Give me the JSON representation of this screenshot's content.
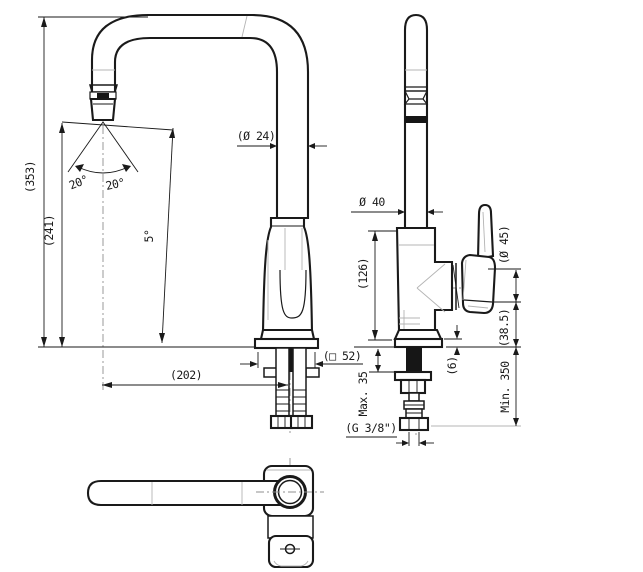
{
  "drawing": {
    "subject": "single-lever kitchen sink mixer faucet - dimensional drawing, three views",
    "line_color": "#1a1a1a",
    "centerline_color": "#8f8f8f",
    "dimensions": {
      "overall_height": "(353)",
      "spout_outlet_height": "(241)",
      "spray_angle_left": "20°",
      "spray_angle_right": "20°",
      "spout_tilt": "5°",
      "spout_tube_dia": "(Ø 24)",
      "spout_reach": "(202)",
      "base_square": "(□ 52)",
      "body_dia": "Ø 40",
      "handle_dia": "(Ø 45)",
      "body_height": "(126)",
      "handle_clearance": "(38.5)",
      "baseplate_height": "(6)",
      "max_deck_thickness": "Max. 35",
      "min_hose_length": "Min. 350",
      "supply_thread": "(G 3/8\")"
    }
  }
}
